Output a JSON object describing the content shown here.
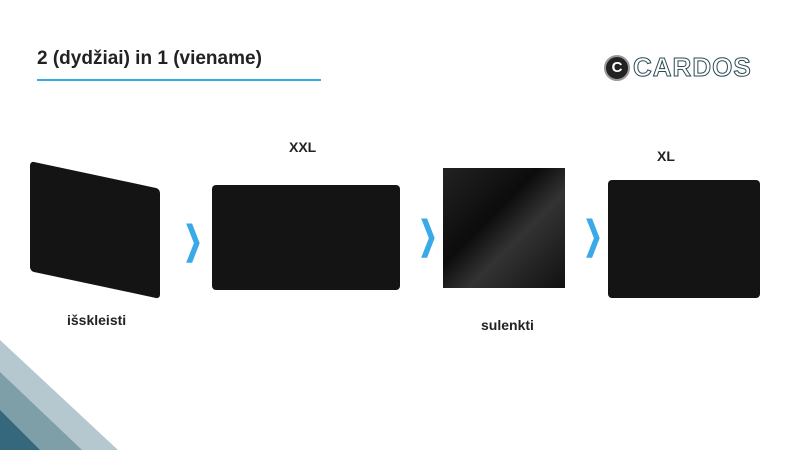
{
  "title": "2 (dydžiai) in 1 (viename)",
  "logo": {
    "text": "CARDOS"
  },
  "labels": {
    "unfold": "išskleisti",
    "xxl": "XXL",
    "fold": "sulenkti",
    "xl": "XL"
  },
  "colors": {
    "accent": "#3aa9e8",
    "corner_light": "#b5c8cf",
    "corner_mid": "#7e9ea8",
    "corner_dark": "#35687c"
  }
}
